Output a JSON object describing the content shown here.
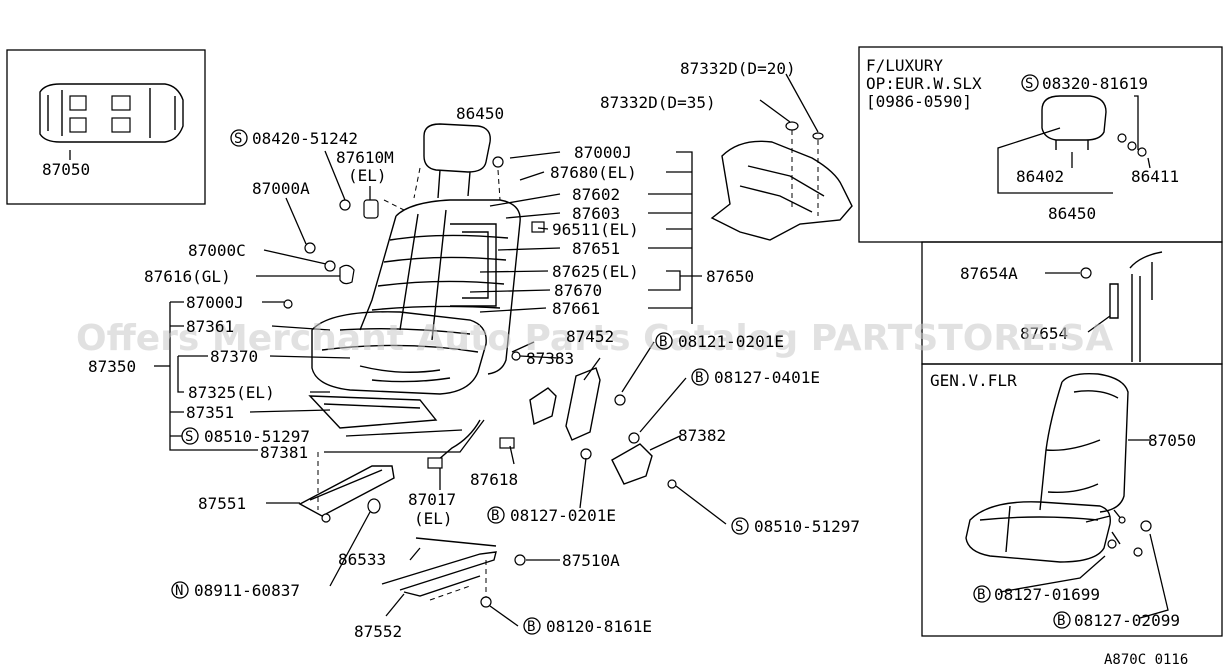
{
  "watermark": "Offers Merchant Auto Parts Catalog PARTSTORE.SA",
  "diagram_code": "A870C 0116",
  "inset_vehicle": {
    "part": "87050"
  },
  "inset_luxury": {
    "line1": "F/LUXURY",
    "line2": "OP:EUR.W.SLX",
    "line3": "[0986-0590]",
    "bolt_prefix": "S",
    "bolt": "08320-81619",
    "parts": [
      "86402",
      "86411",
      "86450"
    ]
  },
  "inset_side": {
    "parts": [
      "87654A",
      "87654"
    ]
  },
  "inset_gen": {
    "title": "GEN.V.FLR",
    "seat": "87050",
    "b1_prefix": "B",
    "b1": "08127-01699",
    "b2_prefix": "B",
    "b2": "08127-02099"
  },
  "callouts": {
    "p86450": "86450",
    "s08420_prefix": "S",
    "s08420": "08420-51242",
    "p87610m": "87610M",
    "el1": "(EL)",
    "p87000a": "87000A",
    "p87000c": "87000C",
    "p87616": "87616(GL)",
    "p87000j_left": "87000J",
    "p87361": "87361",
    "p87350": "87350",
    "p87370": "87370",
    "p87325": "87325(EL)",
    "p87351": "87351",
    "s08510a_prefix": "S",
    "s08510a": "08510-51297",
    "p87381": "87381",
    "p87551": "87551",
    "n08911_prefix": "N",
    "n08911": "08911-60837",
    "p86533": "86533",
    "p87552": "87552",
    "p87510a": "87510A",
    "b08120_prefix": "B",
    "b08120": "08120-8161E",
    "p87000j_top": "87000J",
    "p87680": "87680(EL)",
    "p87602": "87602",
    "p87603": "87603",
    "p96511": "96511(EL)",
    "p87651": "87651",
    "p87625": "87625(EL)",
    "p87650": "87650",
    "p87670": "87670",
    "p87661": "87661",
    "p87332d20": "87332D(D=20)",
    "p87332d35": "87332D(D=35)",
    "p87452": "87452",
    "b08121_prefix": "B",
    "b08121": "08121-0201E",
    "p87383": "87383",
    "b08127a_prefix": "B",
    "b08127a": "08127-0401E",
    "p87382": "87382",
    "p87618": "87618",
    "p87017": "87017",
    "el2": "(EL)",
    "b08127b_prefix": "B",
    "b08127b": "08127-0201E",
    "s08510b_prefix": "S",
    "s08510b": "08510-51297"
  }
}
